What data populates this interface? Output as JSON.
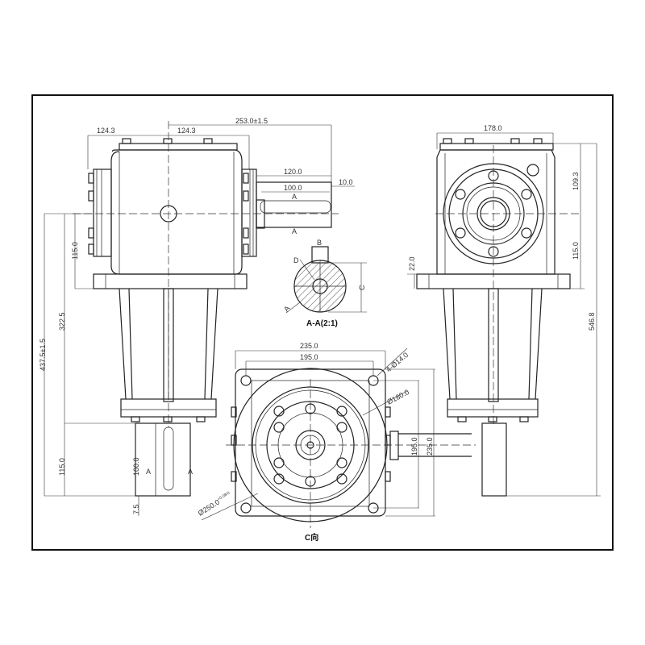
{
  "front_view": {
    "dims": {
      "left_half_width": "124.3",
      "right_half_width": "124.3",
      "overall_to_shaft_end": "253.0±1.5",
      "shaft_length": "120.0",
      "key_length": "100.0",
      "shaft_end_offset": "10.0",
      "axis_height_above_flange": "115.0",
      "flange_to_bottom": "322.5",
      "axis_to_shaft_end": "437.5±1.5",
      "lower_shaft_length": "115.0",
      "lower_key_length": "100.0",
      "lower_key_offset": "7.5"
    },
    "section_marks": [
      "A",
      "A",
      "A",
      "A"
    ]
  },
  "section": {
    "title": "A-A(2:1)",
    "labels": [
      "B",
      "C",
      "D",
      "A"
    ]
  },
  "side_view": {
    "dims": {
      "width": "178.0",
      "top_to_axis": "109.3",
      "axis_to_flange": "115.0",
      "flange_thickness": "22.0",
      "overall_height": "546.8"
    }
  },
  "bottom_view": {
    "title": "C向",
    "dims": {
      "outer_width": "235.0",
      "bolt_spacing": "195.0",
      "bolt_holes": "4-Ø14.0",
      "bolt_circle": "Ø180.0",
      "pilot_diameter": "Ø250.0",
      "pilot_tolerance": "+0.08/0",
      "bolt_spacing_v": "195.0",
      "outer_height": "235.0"
    }
  }
}
